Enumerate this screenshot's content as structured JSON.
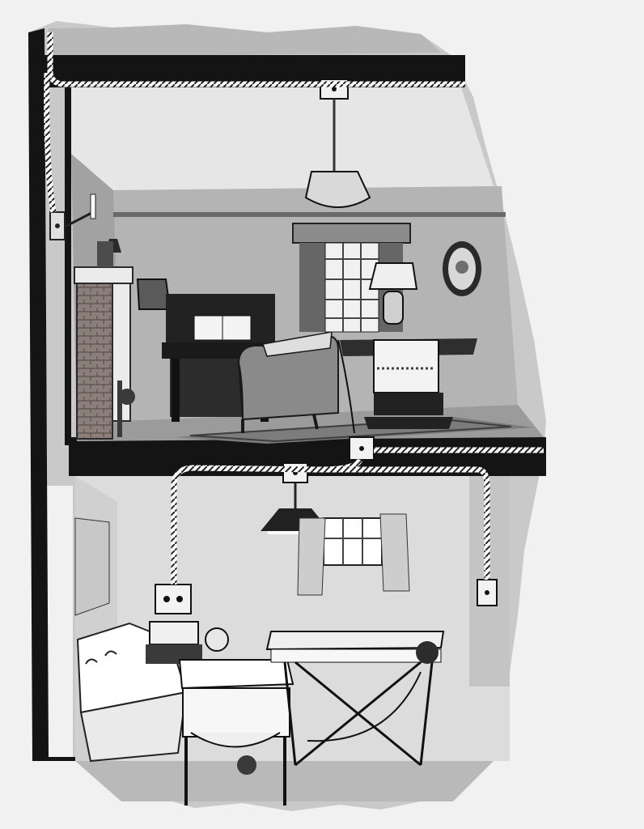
{
  "image": {
    "kind": "illustration",
    "style": "monochrome ink-and-wash cutaway",
    "palette": {
      "paper": "#f1f1f1",
      "wall_mid": "#b4b4b4",
      "wall_dark": "#8e8e8e",
      "ink": "#141414",
      "light": "#e4e4e4"
    }
  },
  "upper_room": {
    "objects": [
      "ceiling-lamp",
      "fireplace",
      "wall-sconce",
      "upright-piano",
      "armchair",
      "window-with-curtains",
      "table-lamp",
      "library-table",
      "oval-portrait",
      "rug"
    ]
  },
  "lower_room": {
    "objects": [
      "hanging-lamp",
      "window",
      "laundry-tub",
      "wringer",
      "washing-machine",
      "ironer-mangle",
      "wall-outlet",
      "wall-switch-box"
    ]
  },
  "wiring": {
    "visible": true
  }
}
